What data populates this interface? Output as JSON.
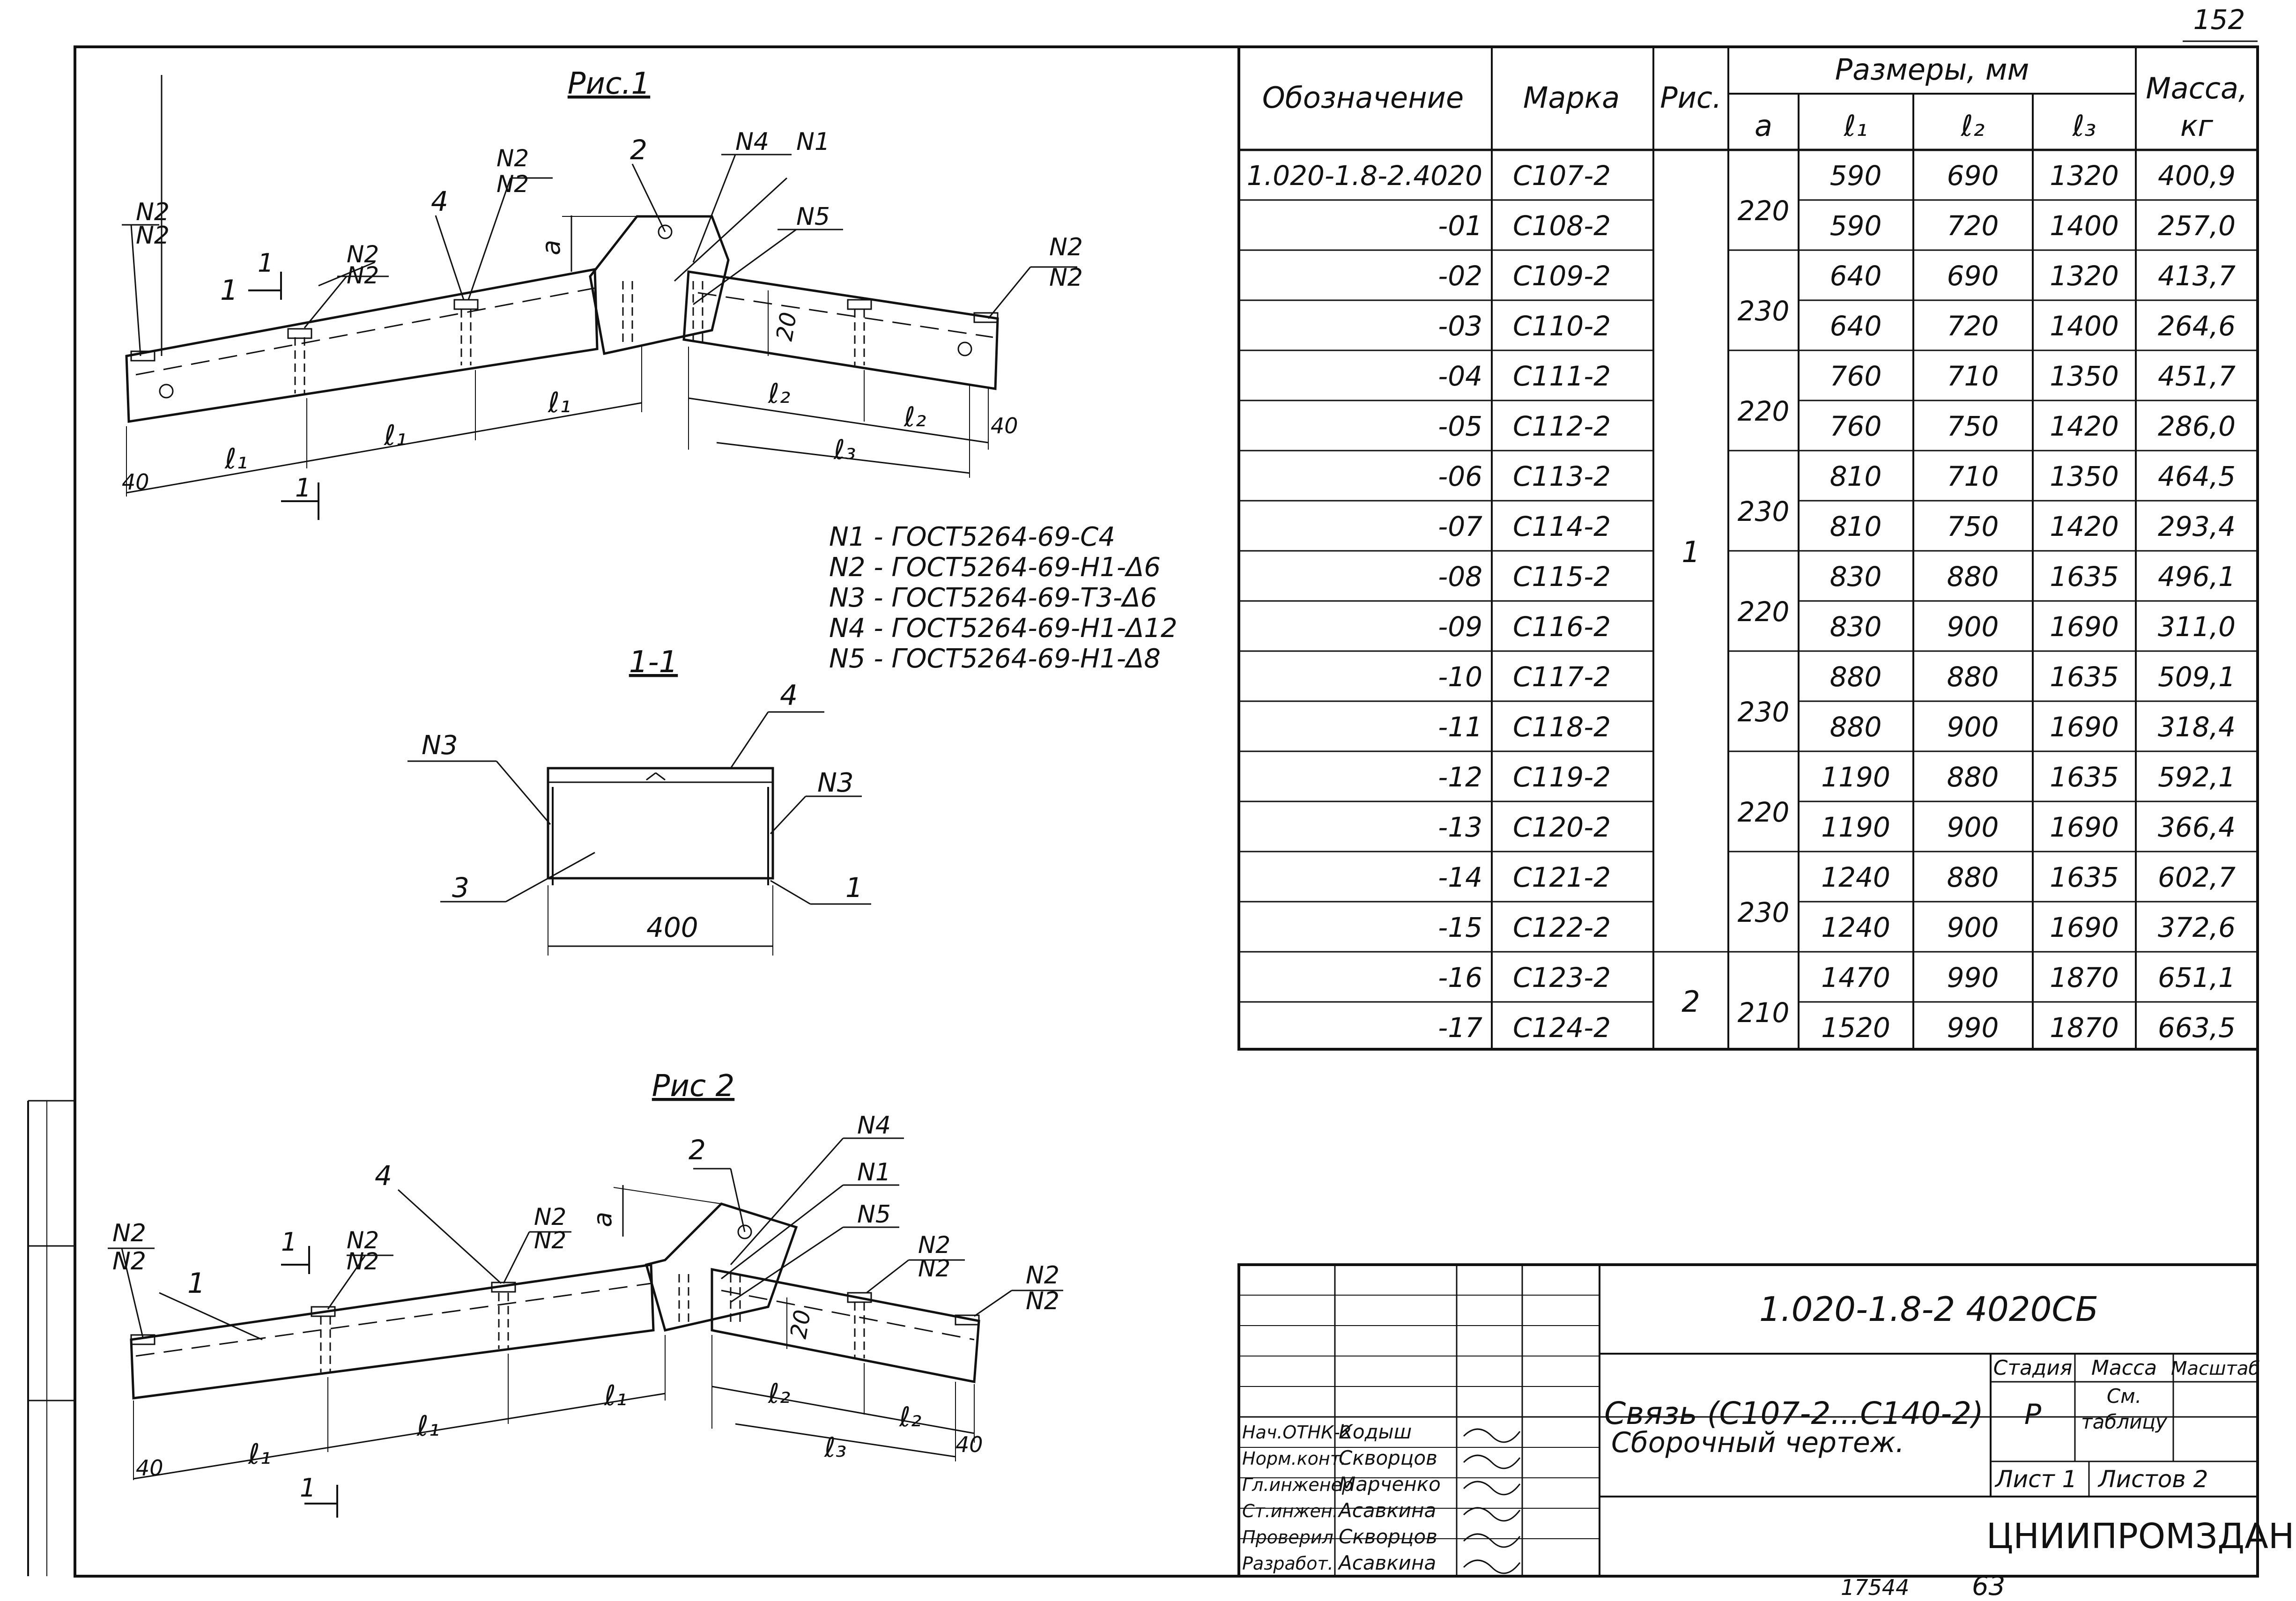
{
  "sheet_number": "152",
  "figure1": {
    "title": "Рис.1",
    "labels": {
      "p1": "1",
      "p2": "2",
      "p4": "4",
      "n1": "N1",
      "n4": "N4",
      "n5": "N5",
      "n2": "N2",
      "a": "a",
      "d20": "20",
      "l1": "ℓ₁",
      "l2": "ℓ₂",
      "l3": "ℓ₃",
      "d40": "40",
      "section_mark": "1"
    }
  },
  "figure2": {
    "title": "Рис 2",
    "labels": {
      "p1": "1",
      "p2": "2",
      "p4": "4",
      "n1": "N1",
      "n4": "N4",
      "n5": "N5",
      "n2": "N2",
      "a": "a",
      "d20": "20",
      "l1": "ℓ₁",
      "l2": "ℓ₂",
      "l3": "ℓ₃",
      "d40": "40",
      "section_mark": "1"
    }
  },
  "section": {
    "title": "1-1",
    "labels": {
      "p1": "1",
      "p3": "3",
      "p4": "4",
      "n3": "N3",
      "width": "400"
    }
  },
  "weld_notes": [
    "N1 - ГОСТ5264-69-С4",
    "N2 - ГОСТ5264-69-Н1-Δ6",
    "N3 - ГОСТ5264-69-Т3-Δ6",
    "N4 - ГОСТ5264-69-Н1-Δ12",
    "N5 - ГОСТ5264-69-Н1-Δ8"
  ],
  "spec_table": {
    "headers": {
      "designation": "Обозначение",
      "mark": "Марка",
      "fig": "Рис.",
      "sizes": "Размеры, мм",
      "a": "a",
      "l1": "ℓ₁",
      "l2": "ℓ₂",
      "l3": "ℓ₃",
      "mass1": "Масса,",
      "mass2": "кг"
    },
    "rows": [
      {
        "designation": "1.020-1.8-2.4020",
        "mark": "С107-2",
        "l1": "590",
        "l2": "690",
        "l3": "1320",
        "mass": "400,9"
      },
      {
        "designation": "-01",
        "mark": "С108-2",
        "l1": "590",
        "l2": "720",
        "l3": "1400",
        "mass": "257,0"
      },
      {
        "designation": "-02",
        "mark": "С109-2",
        "l1": "640",
        "l2": "690",
        "l3": "1320",
        "mass": "413,7"
      },
      {
        "designation": "-03",
        "mark": "С110-2",
        "l1": "640",
        "l2": "720",
        "l3": "1400",
        "mass": "264,6"
      },
      {
        "designation": "-04",
        "mark": "С111-2",
        "l1": "760",
        "l2": "710",
        "l3": "1350",
        "mass": "451,7"
      },
      {
        "designation": "-05",
        "mark": "С112-2",
        "l1": "760",
        "l2": "750",
        "l3": "1420",
        "mass": "286,0"
      },
      {
        "designation": "-06",
        "mark": "С113-2",
        "l1": "810",
        "l2": "710",
        "l3": "1350",
        "mass": "464,5"
      },
      {
        "designation": "-07",
        "mark": "С114-2",
        "l1": "810",
        "l2": "750",
        "l3": "1420",
        "mass": "293,4"
      },
      {
        "designation": "-08",
        "mark": "С115-2",
        "l1": "830",
        "l2": "880",
        "l3": "1635",
        "mass": "496,1"
      },
      {
        "designation": "-09",
        "mark": "С116-2",
        "l1": "830",
        "l2": "900",
        "l3": "1690",
        "mass": "311,0"
      },
      {
        "designation": "-10",
        "mark": "С117-2",
        "l1": "880",
        "l2": "880",
        "l3": "1635",
        "mass": "509,1"
      },
      {
        "designation": "-11",
        "mark": "С118-2",
        "l1": "880",
        "l2": "900",
        "l3": "1690",
        "mass": "318,4"
      },
      {
        "designation": "-12",
        "mark": "С119-2",
        "l1": "1190",
        "l2": "880",
        "l3": "1635",
        "mass": "592,1"
      },
      {
        "designation": "-13",
        "mark": "С120-2",
        "l1": "1190",
        "l2": "900",
        "l3": "1690",
        "mass": "366,4"
      },
      {
        "designation": "-14",
        "mark": "С121-2",
        "l1": "1240",
        "l2": "880",
        "l3": "1635",
        "mass": "602,7"
      },
      {
        "designation": "-15",
        "mark": "С122-2",
        "l1": "1240",
        "l2": "900",
        "l3": "1690",
        "mass": "372,6"
      },
      {
        "designation": "-16",
        "mark": "С123-2",
        "l1": "1470",
        "l2": "990",
        "l3": "1870",
        "mass": "651,1"
      },
      {
        "designation": "-17",
        "mark": "С124-2",
        "l1": "1520",
        "l2": "990",
        "l3": "1870",
        "mass": "663,5"
      }
    ],
    "a_groups": [
      "220",
      "230",
      "220",
      "230",
      "220",
      "230",
      "220",
      "230",
      "210"
    ],
    "fig_groups": [
      "1",
      "2"
    ]
  },
  "title_block": {
    "code": "1.020-1.8-2 4020СБ",
    "title_line1": "Связь (С107-2...С140-2)",
    "title_line2": "Сборочный чертеж.",
    "stage_label": "Стадия",
    "mass_label": "Масса",
    "scale_label": "Масштаб",
    "stage_value": "Р",
    "mass_value1": "См.",
    "mass_value2": "таблицу",
    "sheet_label": "Лист 1",
    "sheets_label": "Листов 2",
    "organization": "ЦНИИПРОМЗДАНИЙ",
    "signatures": [
      {
        "role": "Нач.ОТНК-2",
        "name": "Кодыш"
      },
      {
        "role": "Норм.конт.",
        "name": "Скворцов"
      },
      {
        "role": "Гл.инженер",
        "name": "Марченко"
      },
      {
        "role": "Ст.инжен.",
        "name": "Асавкина"
      },
      {
        "role": "Проверил",
        "name": "Скворцов"
      },
      {
        "role": "Разработ.",
        "name": "Асавкина"
      }
    ]
  },
  "bottom_numbers": {
    "left": "17544",
    "right": "63"
  }
}
